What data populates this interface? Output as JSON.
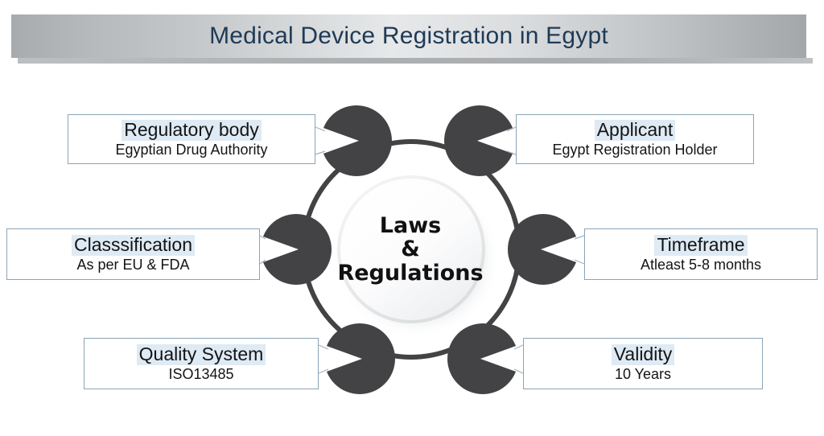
{
  "header": {
    "title": "Medical Device Registration in Egypt"
  },
  "hub": {
    "line1": "Laws",
    "line2": "&",
    "line3": "Regulations"
  },
  "nodes": [
    {
      "id": "regulatory-body",
      "title": "Regulatory body",
      "subtitle": "Egyptian Drug Authority",
      "side": "left",
      "position": "top-left"
    },
    {
      "id": "applicant",
      "title": "Applicant",
      "subtitle": "Egypt Registration Holder",
      "side": "right",
      "position": "top-right"
    },
    {
      "id": "classification",
      "title": "Classsification",
      "subtitle": "As per EU & FDA",
      "side": "left",
      "position": "middle-left"
    },
    {
      "id": "timeframe",
      "title": "Timeframe",
      "subtitle": "Atleast 5-8 months",
      "side": "right",
      "position": "middle-right"
    },
    {
      "id": "quality-system",
      "title": "Quality System",
      "subtitle": "ISO13485",
      "side": "left",
      "position": "bottom-left"
    },
    {
      "id": "validity",
      "title": "Validity",
      "subtitle": "10 Years",
      "side": "right",
      "position": "bottom-right"
    }
  ],
  "colors": {
    "node_fill": "#434345",
    "ring_stroke": "#434345",
    "title_text": "#1f3a56",
    "box_border": "#8ba4b6",
    "title_highlight": "#deeaf4",
    "banner_light": "#e6e8e9",
    "banner_dark": "#a8abad",
    "hub_fill": "#ffffff"
  }
}
